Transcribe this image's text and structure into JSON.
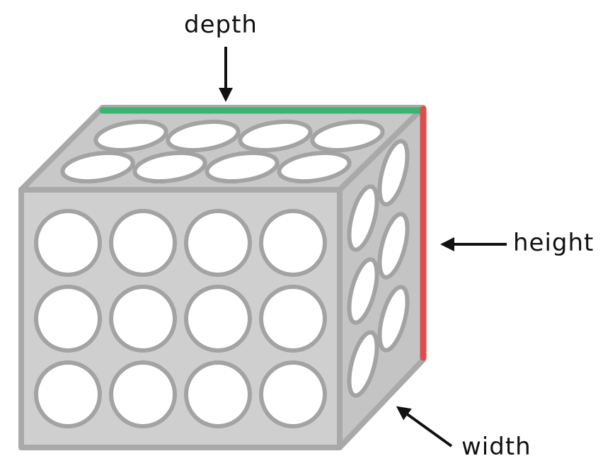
{
  "labels": {
    "depth": "depth",
    "height": "height",
    "width": "width"
  },
  "grid": {
    "front_rows": 3,
    "front_cols": 4,
    "top_rows": 2,
    "top_cols": 4,
    "side_rows": 3,
    "side_cols": 2
  },
  "colors": {
    "background": "#ffffff",
    "face_fill": "#cfcfcf",
    "face_top_fill": "#c8c8c8",
    "face_side_fill": "#c4c4c4",
    "edge": "#a9a9a9",
    "circle_fill": "#ffffff",
    "circle_stroke": "#a3a3a3",
    "depth_edge": "#3cb371",
    "height_edge": "#e24b4b",
    "arrow": "#111111"
  }
}
